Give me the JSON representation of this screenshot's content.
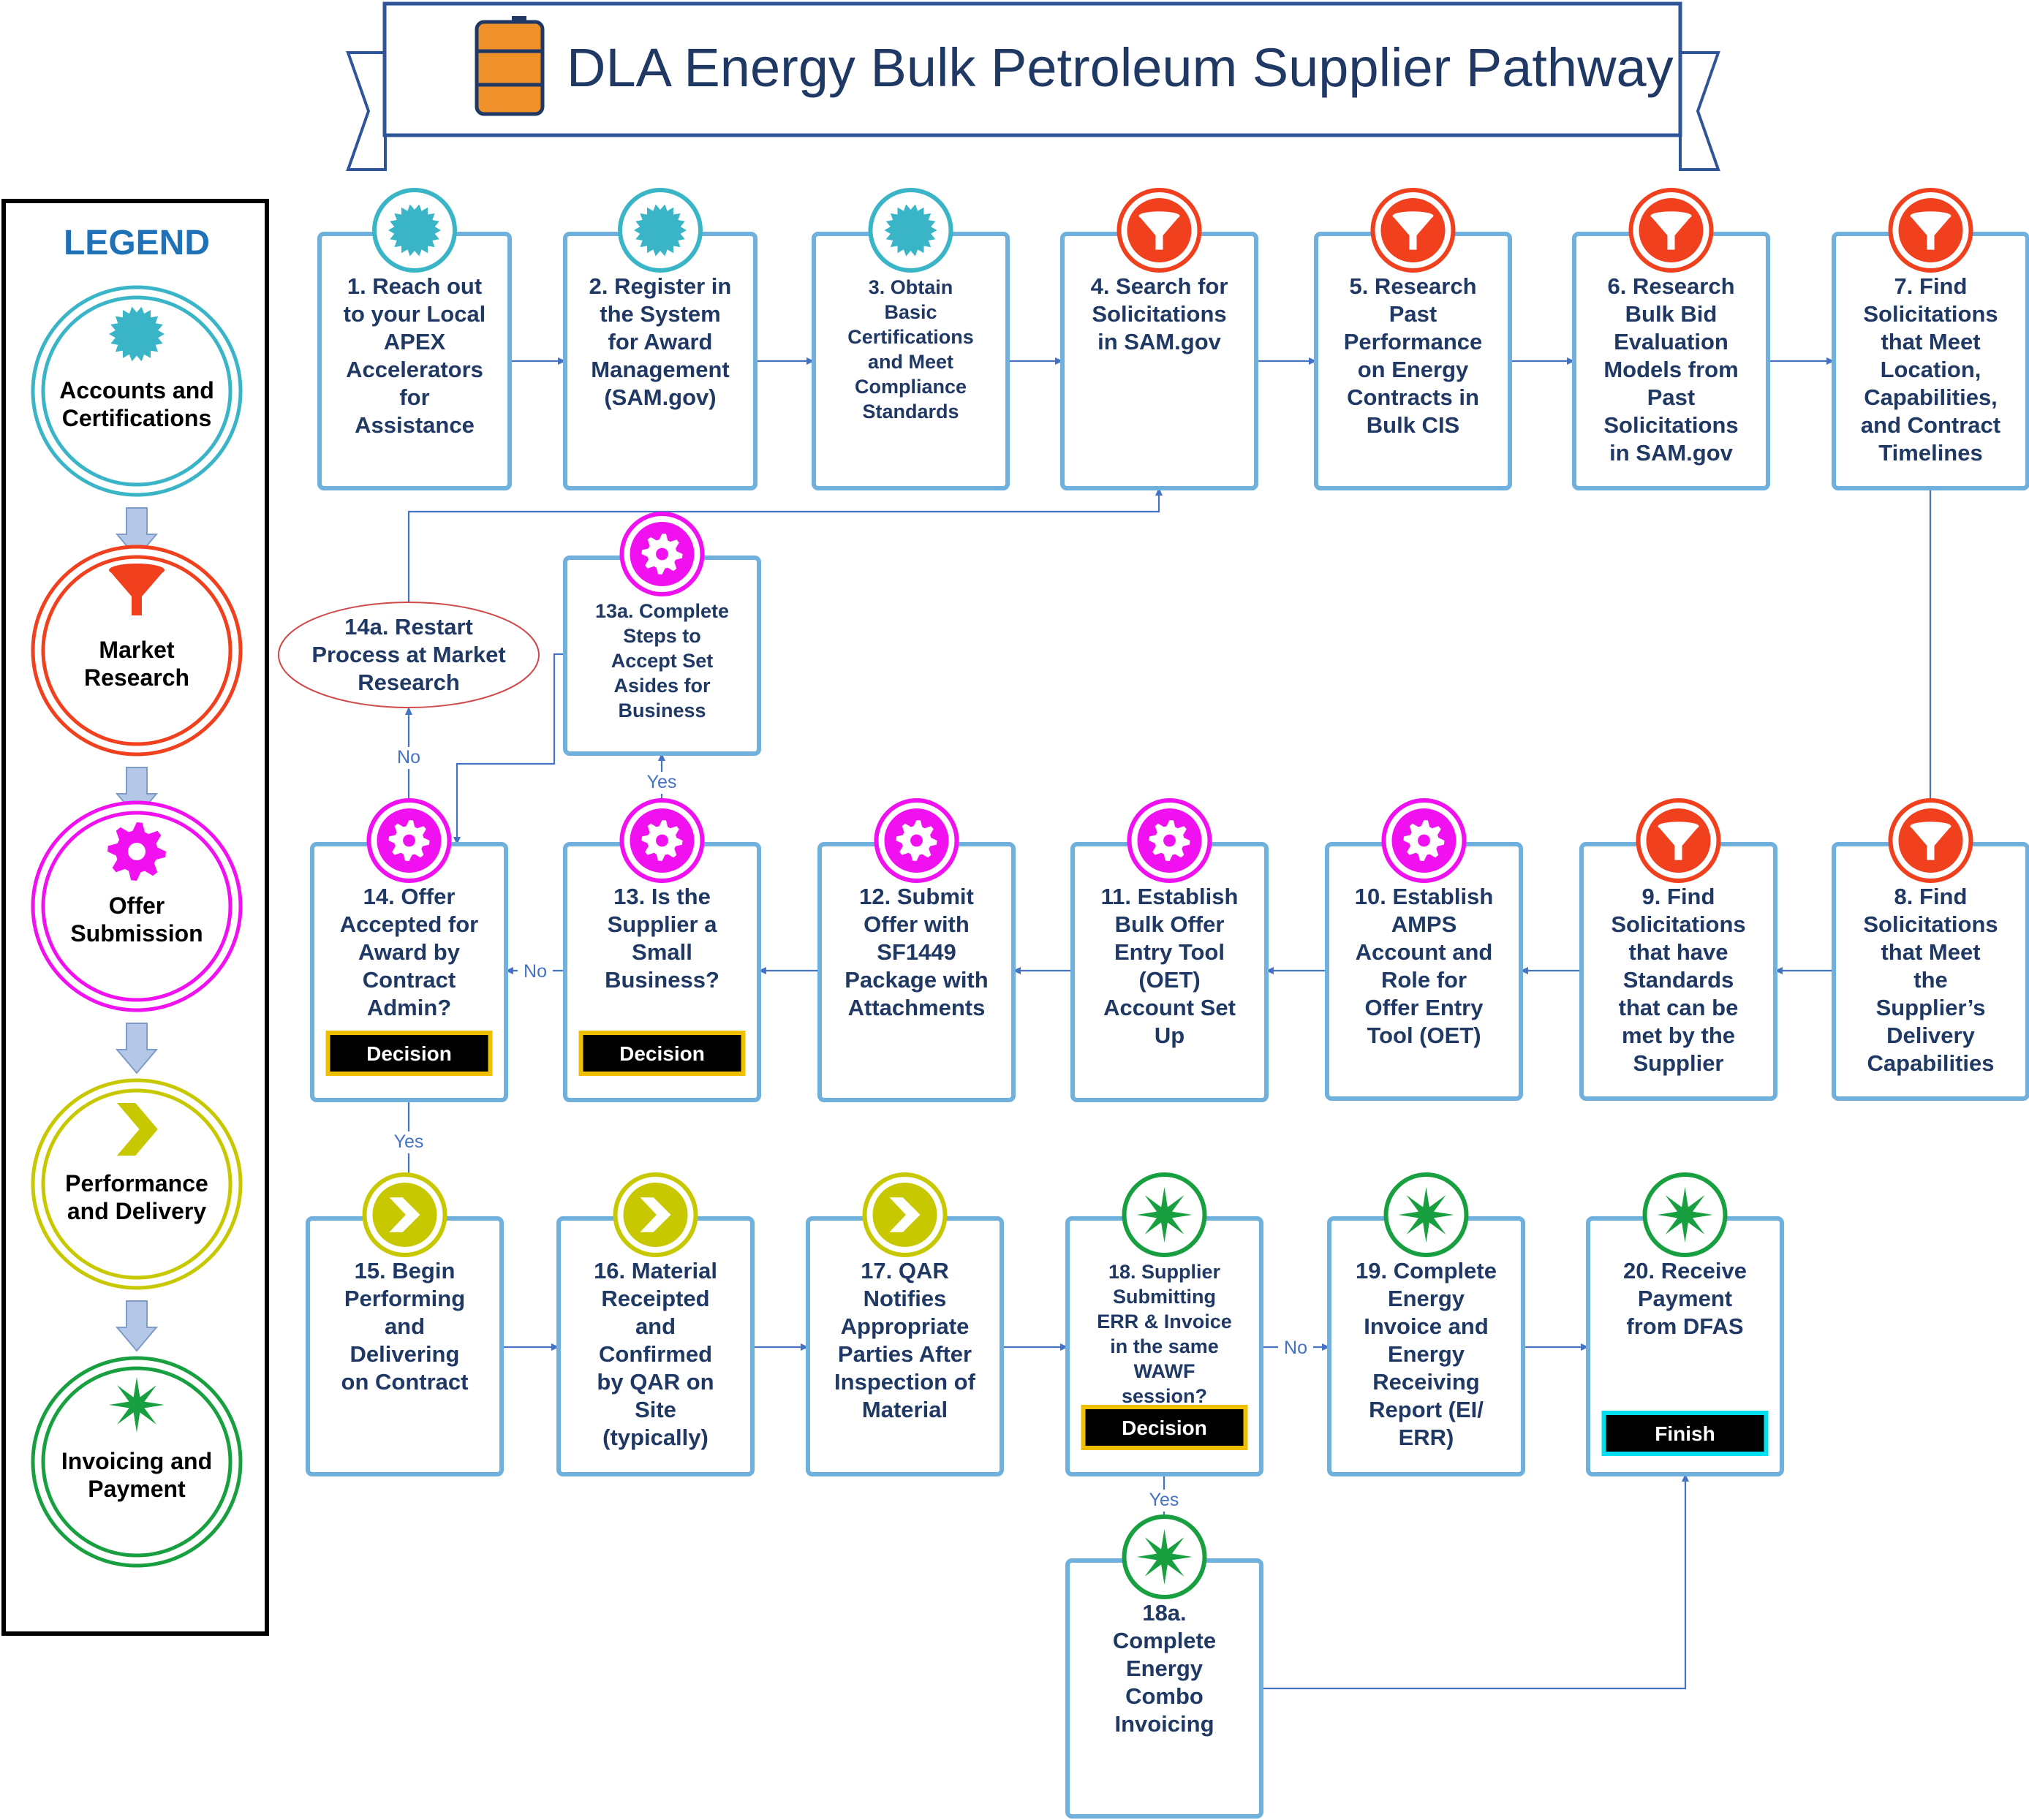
{
  "title": "DLA Energy Bulk Petroleum Supplier Pathway",
  "legend": {
    "heading": "LEGEND",
    "categories": [
      {
        "key": "accounts",
        "lines": [
          "Accounts and",
          "Certifications"
        ],
        "color": "#3ab5c8",
        "icon": "starburst-icon"
      },
      {
        "key": "market",
        "lines": [
          "Market",
          "Research"
        ],
        "color": "#f0401e",
        "icon": "funnel-icon"
      },
      {
        "key": "offer",
        "lines": [
          "Offer",
          "Submission"
        ],
        "color": "#f010f0",
        "icon": "gear-icon"
      },
      {
        "key": "performance",
        "lines": [
          "Performance",
          "and Delivery"
        ],
        "color": "#c8c800",
        "icon": "chevron-icon"
      },
      {
        "key": "invoicing",
        "lines": [
          "Invoicing and",
          "Payment"
        ],
        "color": "#18a040",
        "icon": "star-icon"
      }
    ]
  },
  "steps": [
    {
      "id": "s1",
      "cat": "accounts",
      "lines": [
        "1. Reach out",
        "to your Local",
        "APEX",
        "Accelerators",
        "for",
        "Assistance"
      ]
    },
    {
      "id": "s2",
      "cat": "accounts",
      "lines": [
        "2. Register in",
        "the System",
        "for Award",
        "Management",
        "(SAM.gov)"
      ]
    },
    {
      "id": "s3",
      "cat": "accounts",
      "lines": [
        "3. Obtain",
        "Basic",
        "Certifications",
        "and Meet",
        "Compliance",
        "Standards"
      ],
      "small": true
    },
    {
      "id": "s4",
      "cat": "market",
      "lines": [
        "4. Search for",
        "Solicitations",
        "in SAM.gov"
      ]
    },
    {
      "id": "s5",
      "cat": "market",
      "lines": [
        "5. Research",
        "Past",
        "Performance",
        "on Energy",
        "Contracts in",
        "Bulk CIS"
      ]
    },
    {
      "id": "s6",
      "cat": "market",
      "lines": [
        "6. Research",
        "Bulk Bid",
        "Evaluation",
        "Models from",
        "Past",
        "Solicitations",
        "in SAM.gov"
      ]
    },
    {
      "id": "s7",
      "cat": "market",
      "lines": [
        "7. Find",
        "Solicitations",
        "that Meet",
        "Location,",
        "Capabilities,",
        "and Contract",
        "Timelines"
      ]
    },
    {
      "id": "s8",
      "cat": "market",
      "lines": [
        "8. Find",
        "Solicitations",
        "that Meet",
        "the",
        "Supplier’s",
        "Delivery",
        "Capabilities"
      ]
    },
    {
      "id": "s9",
      "cat": "market",
      "lines": [
        "9. Find",
        "Solicitations",
        "that have",
        "Standards",
        "that can be",
        "met by the",
        "Supplier"
      ]
    },
    {
      "id": "s10",
      "cat": "offer",
      "lines": [
        "10. Establish",
        "AMPS",
        "Account and",
        "Role for",
        "Offer Entry",
        "Tool (OET)"
      ]
    },
    {
      "id": "s11",
      "cat": "offer",
      "lines": [
        "11. Establish",
        "Bulk Offer",
        "Entry Tool",
        "(OET)",
        "Account Set",
        "Up"
      ]
    },
    {
      "id": "s12",
      "cat": "offer",
      "lines": [
        "12. Submit",
        "Offer with",
        "SF1449",
        "Package with",
        "Attachments"
      ]
    },
    {
      "id": "s13",
      "cat": "offer",
      "lines": [
        "13. Is the",
        "Supplier a",
        "Small",
        "Business?"
      ],
      "badge": "Decision"
    },
    {
      "id": "s13a",
      "cat": "offer",
      "lines": [
        "13a. Complete",
        "Steps to",
        "Accept Set",
        "Asides for",
        "Business"
      ],
      "small": true
    },
    {
      "id": "s14",
      "cat": "offer",
      "lines": [
        "14. Offer",
        "Accepted for",
        "Award by",
        "Contract",
        "Admin?"
      ],
      "badge": "Decision"
    },
    {
      "id": "s14a",
      "cat": "market",
      "lines": [
        "14a. Restart",
        "Process at Market",
        "Research"
      ]
    },
    {
      "id": "s15",
      "cat": "performance",
      "lines": [
        "15. Begin",
        "Performing",
        "and",
        "Delivering",
        "on Contract"
      ]
    },
    {
      "id": "s16",
      "cat": "performance",
      "lines": [
        "16. Material",
        "Receipted",
        "and",
        "Confirmed",
        "by QAR on",
        "Site",
        "(typically)"
      ]
    },
    {
      "id": "s17",
      "cat": "performance",
      "lines": [
        "17. QAR",
        "Notifies",
        "Appropriate",
        "Parties After",
        "Inspection of",
        "Material"
      ]
    },
    {
      "id": "s18",
      "cat": "invoicing",
      "lines": [
        "18. Supplier",
        "Submitting",
        "ERR & Invoice",
        "in the same",
        "WAWF",
        "session?"
      ],
      "small": true,
      "badge": "Decision"
    },
    {
      "id": "s18a",
      "cat": "invoicing",
      "lines": [
        "18a.",
        "Complete",
        "Energy",
        "Combo",
        "Invoicing"
      ]
    },
    {
      "id": "s19",
      "cat": "invoicing",
      "lines": [
        "19. Complete",
        "Energy",
        "Invoice and",
        "Energy",
        "Receiving",
        "Report (EI/",
        "ERR)"
      ]
    },
    {
      "id": "s20",
      "cat": "invoicing",
      "lines": [
        "20. Receive",
        "Payment",
        "from DFAS"
      ],
      "badge": "Finish"
    }
  ],
  "edge_labels": {
    "yes": "Yes",
    "no": "No"
  },
  "colors": {
    "box_border": "#6fb0dc",
    "arrow": "#4472c4",
    "title_text": "#1f3864",
    "step_text": "#1f3864",
    "decision_badge_border": "#f0c000",
    "finish_badge_border": "#00e0f0",
    "barrel": "#f0902a"
  }
}
